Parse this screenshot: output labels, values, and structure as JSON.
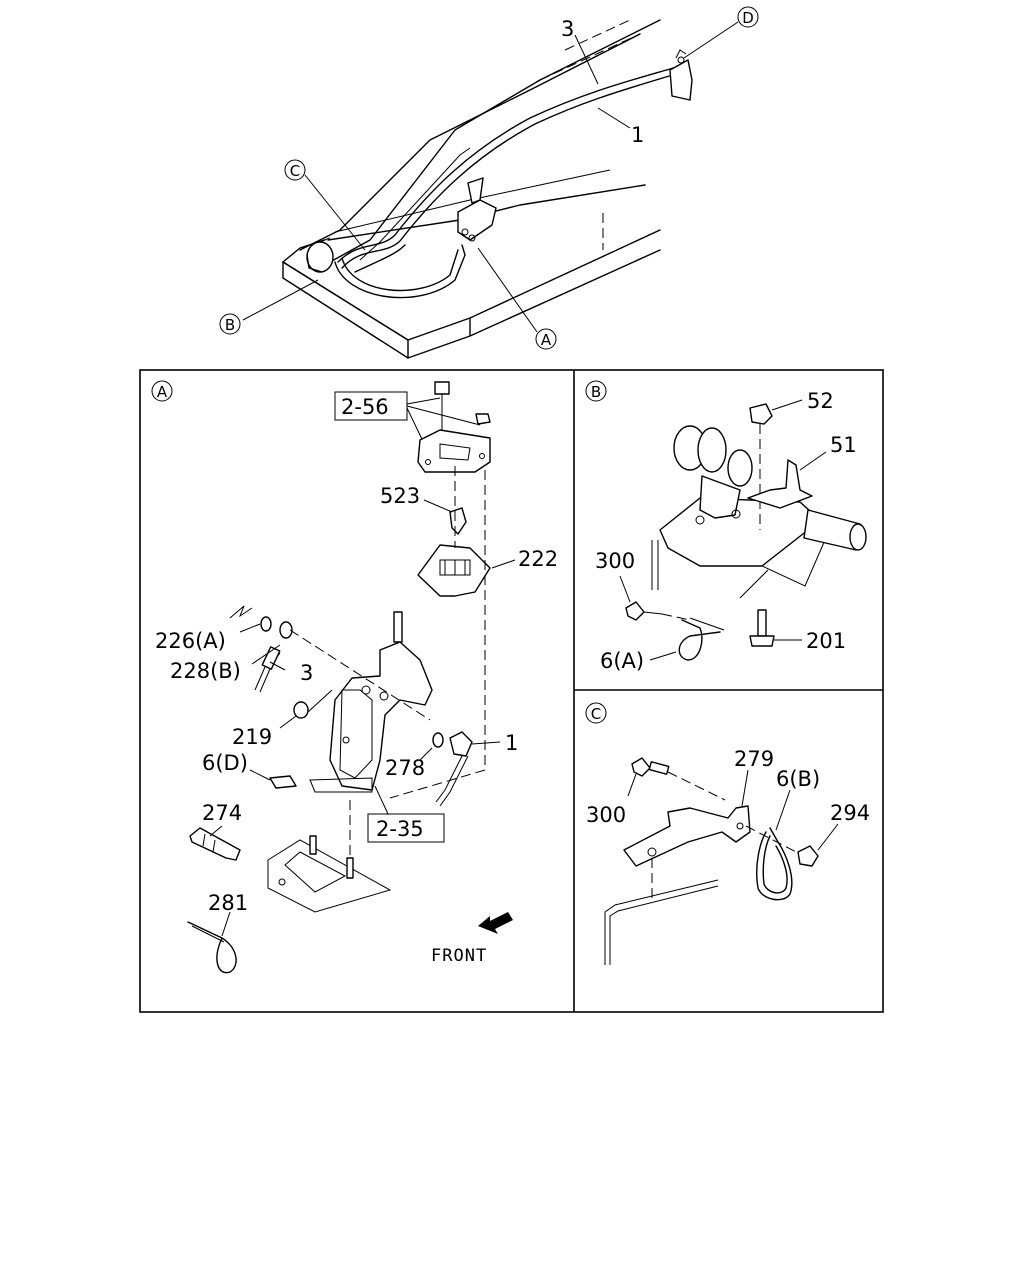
{
  "overview": {
    "callouts": {
      "a": "A",
      "b": "B",
      "c": "C",
      "d": "D"
    },
    "parts": {
      "cable_upper": "3",
      "cable_lower": "1"
    }
  },
  "detail_a": {
    "header": "A",
    "parts": {
      "p2_56": "2-56",
      "p523": "523",
      "p222": "222",
      "p226a": "226(A)",
      "p228b": "228(B)",
      "p3": "3",
      "p219": "219",
      "p6d": "6(D)",
      "p278": "278",
      "p1": "1",
      "p2_35": "2-35",
      "p274": "274",
      "p281": "281"
    },
    "front_label": "FRONT"
  },
  "detail_b": {
    "header": "B",
    "parts": {
      "p52": "52",
      "p51": "51",
      "p300": "300",
      "p201": "201",
      "p6a": "6(A)"
    }
  },
  "detail_c": {
    "header": "C",
    "parts": {
      "p279": "279",
      "p6b": "6(B)",
      "p300": "300",
      "p294": "294"
    }
  }
}
